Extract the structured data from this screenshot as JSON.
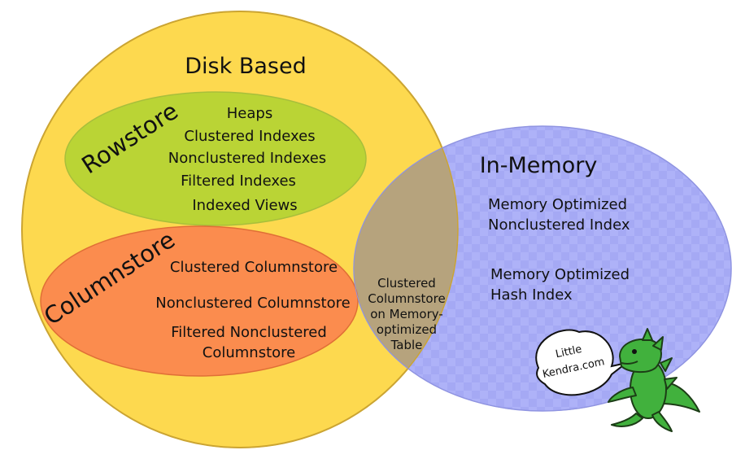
{
  "disk": {
    "title": "Disk Based"
  },
  "memory": {
    "title": "In-Memory",
    "item1": [
      "Memory Optimized",
      "Nonclustered Index"
    ],
    "item2": [
      "Memory Optimized",
      "Hash Index"
    ]
  },
  "rowstore": {
    "title": "Rowstore",
    "items": [
      "Heaps",
      "Clustered Indexes",
      "Nonclustered Indexes",
      "Filtered Indexes",
      "Indexed Views"
    ]
  },
  "columnstore": {
    "title": "Columnstore",
    "items": [
      "Clustered Columnstore",
      "Nonclustered Columnstore"
    ],
    "item3": [
      "Filtered Nonclustered",
      "Columnstore"
    ]
  },
  "overlap": {
    "lines": [
      "Clustered",
      "Columnstore",
      "on Memory-",
      "optimized",
      "Table"
    ]
  },
  "mascot": {
    "bubble": [
      "Little",
      "Kendra.com"
    ]
  },
  "colors": {
    "disk": "#fdd94f",
    "rowstore": "#bad435",
    "columnstore": "#fb8c4e",
    "memory": "#aeb2f8",
    "overlap_disk_mem": "#b6a37d",
    "overlap_col_mem": "#c77468",
    "dino": "#41b13d"
  }
}
